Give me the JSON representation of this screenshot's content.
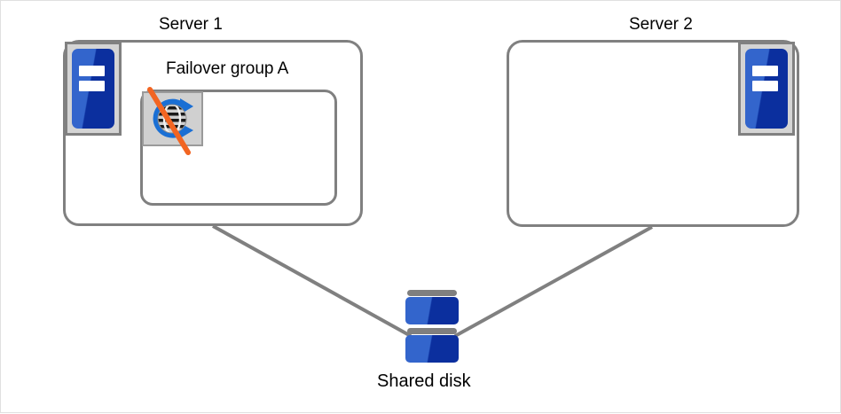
{
  "diagram": {
    "title_context": "Failover group on Server 1 stopped, shared disk cluster",
    "background_color": "#ffffff",
    "frame_border_color": "#e0e0e0",
    "line_color": "#808080",
    "accent_blue_light": "#3365cc",
    "accent_blue_dark": "#0b2f9e",
    "icon_plate_gray": "#d4d4d4",
    "slash_orange": "#f26522"
  },
  "nodes": {
    "server1": {
      "label": "Server 1",
      "icon_name": "server-tower-icon",
      "icon_position": "top-left"
    },
    "server2": {
      "label": "Server 2",
      "icon_name": "server-tower-icon",
      "icon_position": "top-right"
    },
    "failover_group": {
      "label": "Failover group A",
      "resource_icon_name": "failover-resource-disabled-icon",
      "resource_state": "stopped"
    },
    "shared_disk": {
      "label": "Shared disk",
      "icon_name": "shared-disk-icon",
      "platters": 2
    }
  },
  "connections": [
    {
      "from": "Server 1",
      "to": "Shared disk"
    },
    {
      "from": "Server 2",
      "to": "Shared disk"
    }
  ]
}
